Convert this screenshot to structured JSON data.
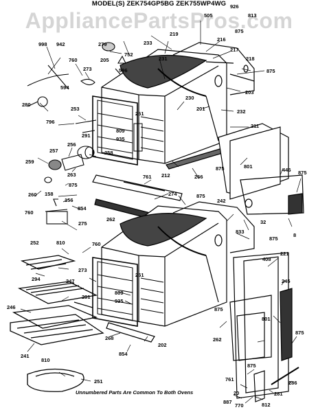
{
  "header": {
    "model_text": "MODEL(S) ZEK754GP5BG  ZEK755WP4WG",
    "watermark": "AppliancePartsPros.com"
  },
  "footnote": "Unnumbered Parts Are Common To Both Ovens",
  "callouts": [
    "998",
    "942",
    "760",
    "273",
    "594",
    "279",
    "205",
    "752",
    "596",
    "280",
    "926",
    "813",
    "505",
    "875",
    "219",
    "233",
    "216",
    "217",
    "218",
    "231",
    "230",
    "203",
    "201",
    "232",
    "261",
    "809",
    "935",
    "253",
    "796",
    "291",
    "256",
    "257",
    "258",
    "259",
    "263",
    "211",
    "212",
    "266",
    "801",
    "446",
    "260",
    "761",
    "274",
    "158",
    "156",
    "854",
    "262",
    "760",
    "275",
    "242",
    "32",
    "833",
    "8",
    "252",
    "810",
    "273",
    "294",
    "247",
    "246",
    "241",
    "251",
    "268",
    "202",
    "408",
    "221",
    "245",
    "20",
    "887",
    "770",
    "812",
    "281",
    "286"
  ]
}
